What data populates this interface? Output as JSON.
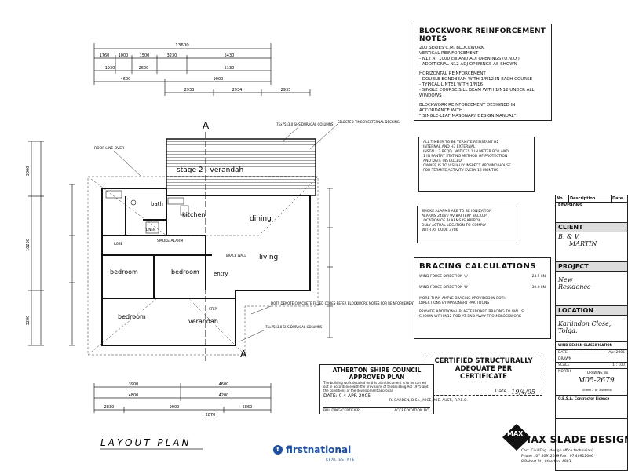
{
  "plan": {
    "title": "LAYOUT PLAN",
    "rooms": {
      "verandah_top": "stage 2 - verandah",
      "bath": "bath",
      "kitchen": "kitchen",
      "dining": "dining",
      "living": "living",
      "bedroom1": "bedroom",
      "bedroom2": "bedroom",
      "bedroom3": "bedroom",
      "entry": "entry",
      "verandah_bottom": "verandah",
      "linen": "LINEN",
      "smoke": "SMOKE ALARM",
      "robe": "ROBE"
    },
    "dims_top": {
      "overall": "13600",
      "r1": [
        "1760",
        "1000",
        "1500",
        "3230",
        "5430"
      ],
      "r2": [
        "1930",
        "2600",
        "5130"
      ],
      "r3": [
        "4600",
        "9000"
      ],
      "r4": [
        "2933",
        "2934",
        "2933"
      ]
    },
    "dims_bottom": {
      "r1": [
        "3900",
        "4600"
      ],
      "r2": [
        "4800",
        "4200"
      ],
      "r3": [
        "2830",
        "9000",
        "2870",
        "5860"
      ]
    },
    "dims_left": [
      "3000",
      "10200",
      "3200"
    ],
    "notes": {
      "section_a": "A",
      "roof_line": "ROOF LINE OVER",
      "shs_top": "75x75x3.0 SHS DURAGAL COLUMNS",
      "timber_decking": "SELECTED TIMBER EXTERNAL DECKING",
      "dots": "DOTS DENOTE CONCRETE FILLED CORES REFER BLOCKWORK NOTES FOR REINFORCEMENT",
      "shs_bottom": "75x75x3.0 SHS DURAGAL COLUMNS",
      "step": "STEP",
      "brace": "BRACE WALL"
    }
  },
  "blockwork": {
    "title": "BLOCKWORK REINFORCEMENT NOTES",
    "lines": [
      "200 SERIES C.M. BLOCKWORK",
      "VERTICAL REINFORCEMENT",
      "- N12 AT 1000 c/s AND ADJ OPENINGS (U.N.O.)",
      "- ADDITIONAL N12 ADJ OPENINGS AS SHOWN",
      "HORIZONTAL REINFORCEMENT",
      "- DOUBLE BONDBEAM WITH 1/N12 IN EACH COURSE",
      "- TYPICAL LINTEL WITH 1/N16",
      "- SINGLE COURSE SILL BEAM WITH 1/N12 UNDER ALL WINDOWS",
      "BLOCKWORK REINFORCEMENT DESIGNED IN ACCORDANCE WITH",
      "\" SINGLE-LEAF MASONARY DESIGN MANUAL\"."
    ]
  },
  "timber": {
    "lines": [
      "ALL TIMBER TO BE TERMITE RESISTANT H2",
      "INTERNAL AND H3 EXTERNAL",
      "INSTALL 2 REQD. NOTICES 1 IN METER BOX AND",
      "1 IN PANTRY STATING METHOD OF PROTECTION",
      "AND DATE INSTALLED",
      "OWNER IS TO VISUALLY INSPECT AROUND HOUSE",
      "FOR TERMITE ACTIVITY EVERY 12 MONTHS"
    ]
  },
  "smoke": {
    "lines": [
      "SMOKE ALARMS ARE TO BE IONIZATION",
      "ALARMS 240V / 9V BATTERY BACKUP",
      "LOCATION OF ALARMS IS APPROX",
      "ONLY ACTUAL LOCATION TO COMPLY",
      "WITH AS CODE 3786"
    ]
  },
  "bracing": {
    "title": "BRACING CALCULATIONS",
    "row_a_label": "WIND FORCE DIRECTION 'A'",
    "row_a_value": "24.5 kN",
    "row_b_label": "WIND FORCE DIRECTION 'B'",
    "row_b_value": "30.0 kN",
    "lines": [
      "MORE THAN AMPLE BRACING PROVIDED IN BOTH",
      "DIRECTIONS BY MASONARY PARTITIONS",
      "PROVIDE ADDITIONAL PLASTERBOARD BRACING TO WALLS",
      "SHOWN WITH N12 ROD AT END AWAY FROM BLOCKWORK"
    ]
  },
  "certified": {
    "line1": "CERTIFIED STRUCTURALLY",
    "line2": "ADEQUATE PER CERTIFICATE",
    "date_label": "Date",
    "date": "19/4/05"
  },
  "council": {
    "title1": "ATHERTON SHIRE COUNCIL",
    "title2": "APPROVED PLAN",
    "body": "The building work detailed on this plan/document is to be carried out in accordance with the provisions of the Building Act 1975 and the conditions of the development approval.",
    "date_label": "DATE:",
    "date": "0 4 APR 2005",
    "cert_label": "BUILDING CERTIFIER",
    "accred_label": "ACCREDITATION NO.",
    "engineer": "R. GARDEN, B.Sc., MICE, MIE, AUST., R.P.E.Q."
  },
  "title_block": {
    "rev_headers": [
      "No",
      "Description",
      "Date"
    ],
    "revisions": "REVISIONS",
    "client_label": "CLIENT",
    "client_name1": "B. & V.",
    "client_name2": "MARTIN",
    "project_label": "PROJECT",
    "project1": "New",
    "project2": "Residence",
    "location_label": "LOCATION",
    "location1": "Karlindon Close,",
    "location2": "Tolga.",
    "wind_label": "WIND DESIGN CLASSIFICATION",
    "date_label": "DATE",
    "date": "Apr 2005",
    "drawn_label": "DRAWN",
    "scale_label": "SCALE",
    "scale": "1 : 100",
    "north_label": "NORTH",
    "drawing_label": "DRAWING No.",
    "drawing_no": "M05-2679",
    "sheet": "Sheet 2 of 3 sheets",
    "qbsa": "Q.B.S.A. Contractor Licence",
    "company": "MAX SLADE DESIGNS",
    "company_sub": "Cert. Civil Eng. (design office technician)",
    "phone": "Phone : 07 40912099   Fax : 07 40912606",
    "address": "8 Robert St., Atherton, 4883."
  },
  "footer": {
    "brand": "firstnational",
    "brand_sub": "REAL ESTATE"
  }
}
